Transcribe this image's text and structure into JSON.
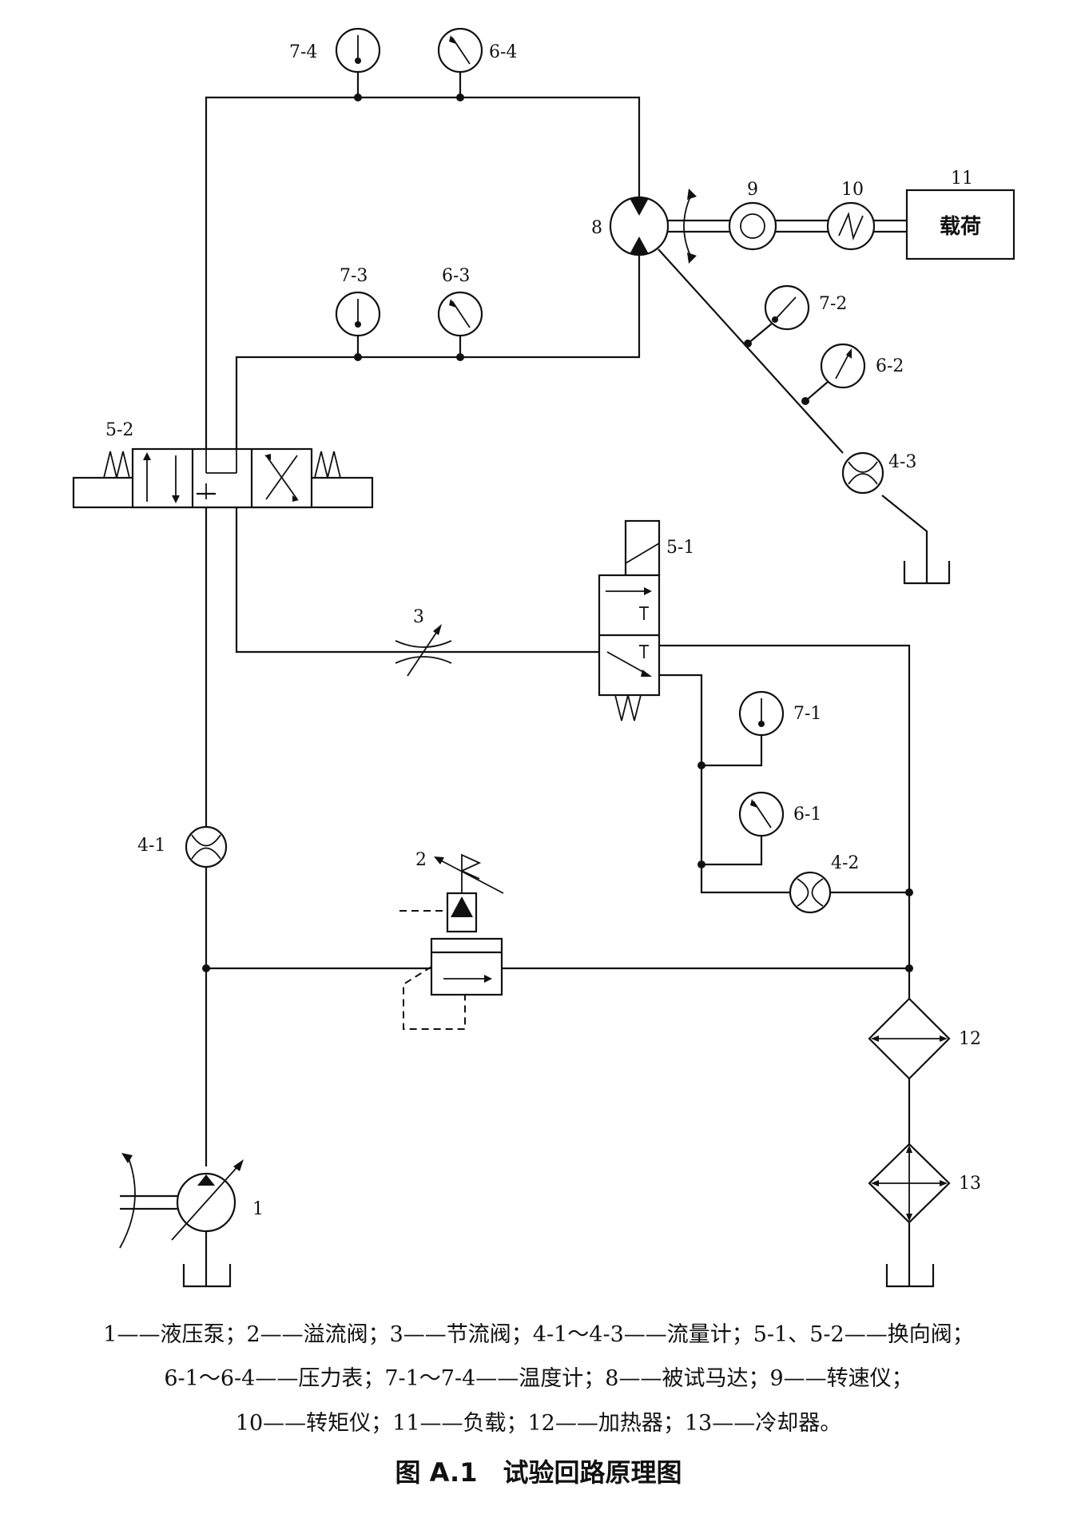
{
  "labels": {
    "pump": "1",
    "relief_valve": "2",
    "throttle_valve": "3",
    "flowmeter_1": "4-1",
    "flowmeter_2": "4-2",
    "flowmeter_3": "4-3",
    "valve_5_1": "5-1",
    "valve_5_2": "5-2",
    "pressure_gauge_1": "6-1",
    "pressure_gauge_2": "6-2",
    "pressure_gauge_3": "6-3",
    "pressure_gauge_4": "6-4",
    "thermometer_1": "7-1",
    "thermometer_2": "7-2",
    "thermometer_3": "7-3",
    "thermometer_4": "7-4",
    "motor": "8",
    "tachometer": "9",
    "torque_meter": "10",
    "load_number": "11",
    "load_text": "载荷",
    "heater": "12",
    "cooler": "13"
  },
  "legend": {
    "line1": "1——液压泵；2——溢流阀；3——节流阀；4-1～4-3——流量计；5-1、5-2——换向阀；",
    "line2": "6-1～6-4——压力表；7-1～7-4——温度计；8——被试马达；9——转速仪；",
    "line3": "10——转矩仪；11——负载；12——加热器；13——冷却器。"
  },
  "caption": "图 A.1　试验回路原理图"
}
